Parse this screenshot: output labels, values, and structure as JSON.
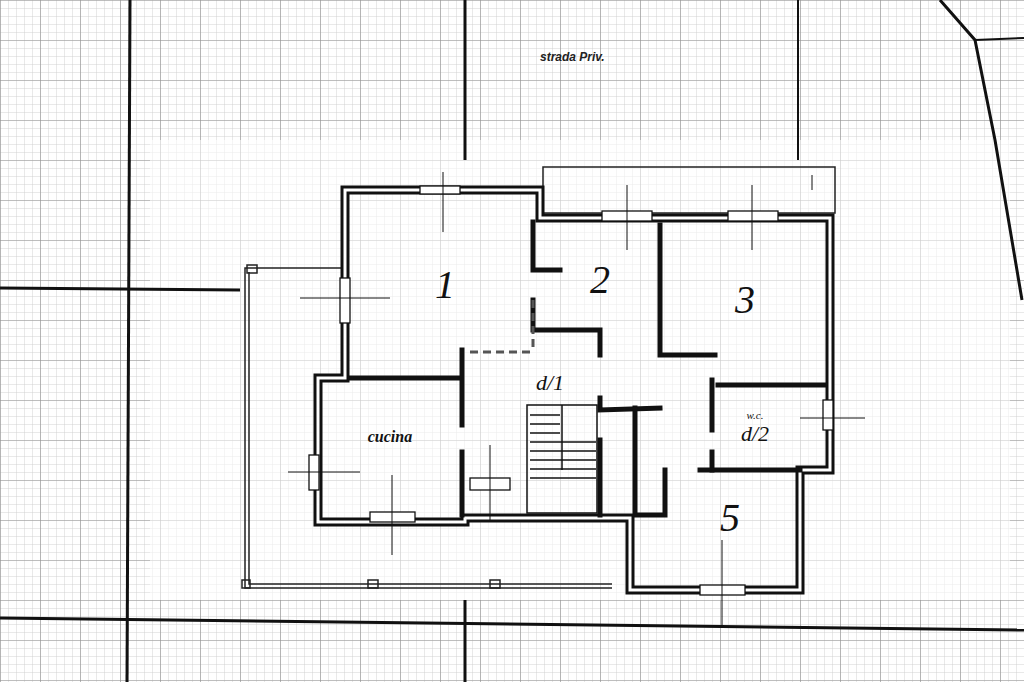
{
  "diagram": {
    "nodes": [
      {
        "text": [
          "1"
        ]
      },
      {
        "text": [
          "2"
        ]
      },
      {
        "text": [
          "3"
        ]
      },
      {
        "text": [
          "d/1"
        ]
      },
      {
        "text": [
          "cucina"
        ]
      },
      {
        "text": [
          "w.c.",
          "d/2"
        ]
      },
      {
        "text": [
          "5"
        ]
      }
    ],
    "labels": [
      "strada Priv."
    ]
  }
}
